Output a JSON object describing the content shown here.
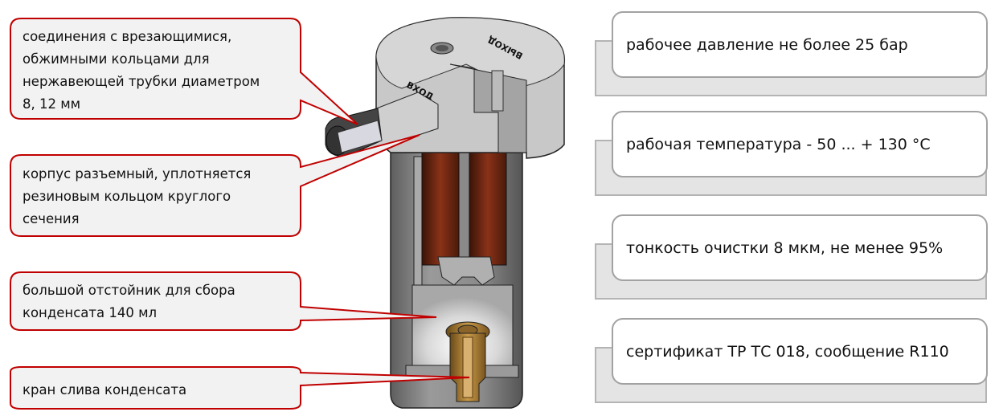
{
  "colors": {
    "callout_border": "#c00000",
    "callout_fill": "#f2f2f2",
    "spec_border": "#a2a2a2",
    "spec_shadow": "#e4e4e4",
    "filter_body": "#8c8c8c",
    "filter_element": "#7a2a14",
    "brass": "#b8893a"
  },
  "callouts": [
    {
      "id": "fittings",
      "lines": [
        "соединения с врезающимися,",
        "обжимными кольцами для",
        "нержавеющей трубки диаметром",
        "8, 12 мм"
      ]
    },
    {
      "id": "housing",
      "lines": [
        "корпус разъемный, уплотняется",
        "резиновым кольцом круглого",
        "сечения"
      ]
    },
    {
      "id": "sump",
      "lines": [
        "большой отстойник для сбора",
        "конденсата 140 мл"
      ]
    },
    {
      "id": "drain",
      "lines": [
        "кран слива конденсата"
      ]
    }
  ],
  "specs": [
    {
      "label": "рабочее давление не более 25 бар"
    },
    {
      "label": "рабочая температура - 50 ... + 130 °C"
    },
    {
      "label": "тонкость очистки  8 мкм, не менее 95%"
    },
    {
      "label": "сертификат ТР ТС 018, сообщение R110"
    }
  ],
  "filter": {
    "inlet_label": "ВХОД",
    "outlet_label": "ВЫХОД"
  }
}
